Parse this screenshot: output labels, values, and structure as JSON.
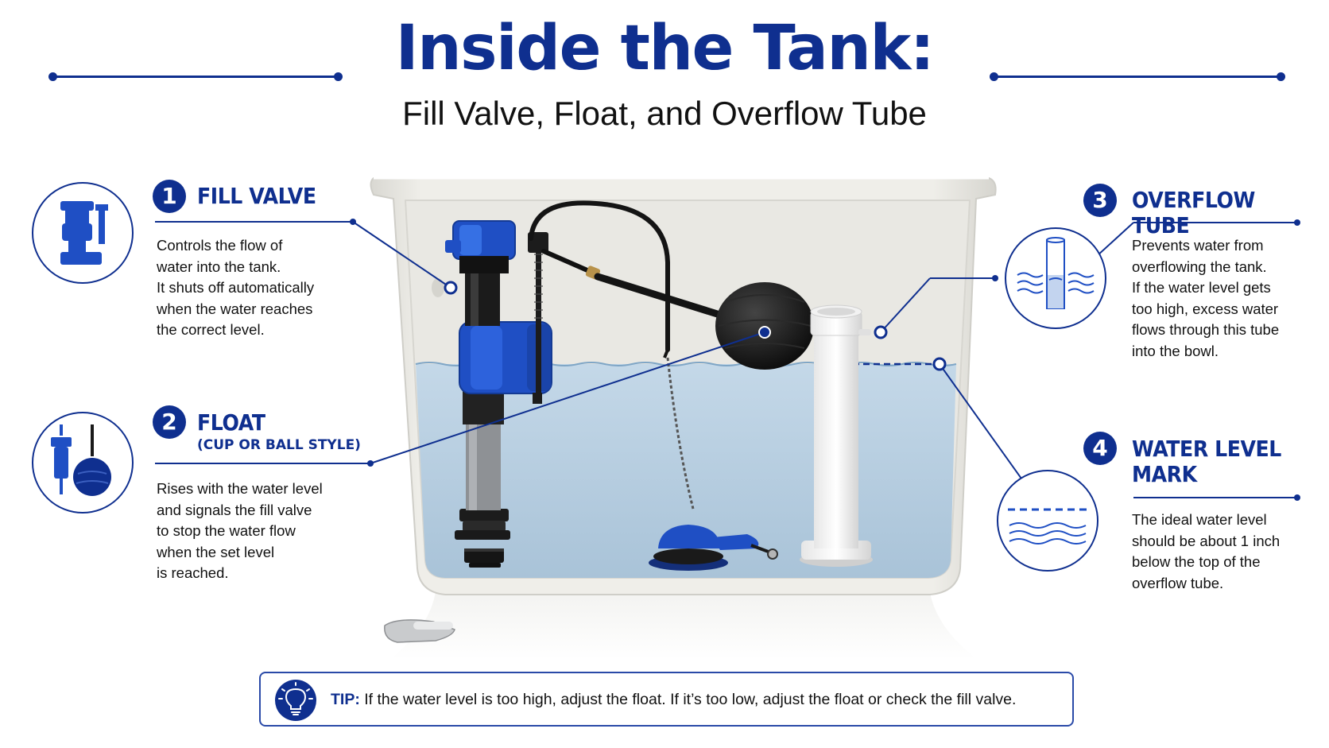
{
  "title": "Inside the Tank:",
  "subtitle": "Fill Valve, Float, and Overflow Tube",
  "colors": {
    "accent": "#0f2f8f",
    "water": "#bcd3e4",
    "tank": "#ecebe6",
    "part_blue": "#1f4fc4"
  },
  "parts": [
    {
      "number": "1",
      "label": "FILL VALVE",
      "icon": "fill-valve-icon",
      "description": [
        "Controls the flow of",
        "water into the tank.",
        "It shuts off automatically",
        "when the water reaches",
        "the correct level."
      ]
    },
    {
      "number": "2",
      "label": "FLOAT",
      "sublabel": "(CUP OR BALL STYLE)",
      "icon": "float-icon",
      "description": [
        "Rises with the water level",
        "and signals the fill valve",
        "to stop the water flow",
        "when the set level",
        "is reached."
      ]
    },
    {
      "number": "3",
      "label": "OVERFLOW TUBE",
      "icon": "overflow-tube-icon",
      "description": [
        "Prevents water from",
        "overflowing the tank.",
        "If the water level gets",
        "too high, excess water",
        "flows through this tube",
        "into the bowl."
      ]
    },
    {
      "number": "4",
      "label": "WATER LEVEL",
      "label_line2": "MARK",
      "icon": "water-level-icon",
      "description": [
        "The ideal water level",
        "should be about 1 inch",
        "below the top of the",
        "overflow tube."
      ]
    }
  ],
  "tip": {
    "icon": "lightbulb-icon",
    "label": "TIP:",
    "text": "If the water level is too high, adjust the float. If it’s too low, adjust the float or check the fill valve."
  }
}
